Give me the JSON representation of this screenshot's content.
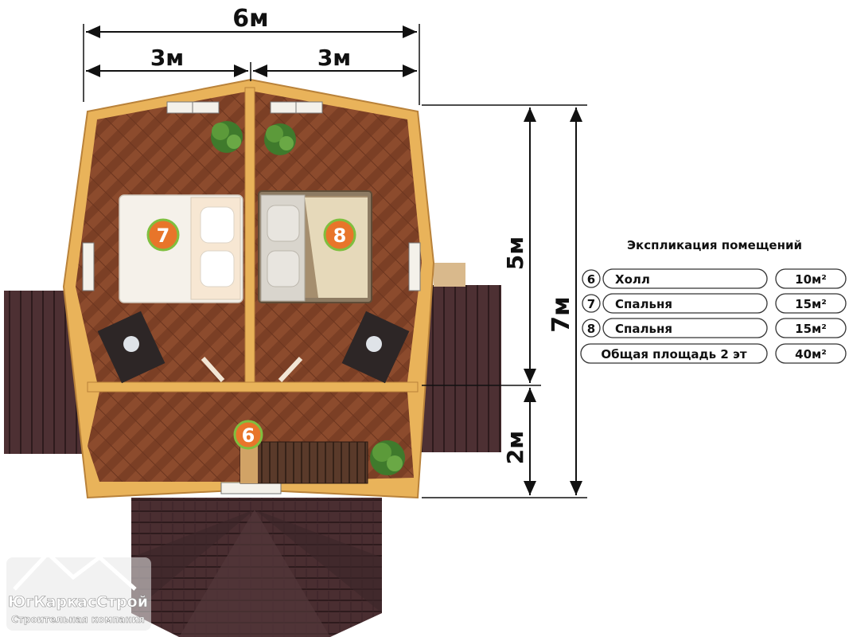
{
  "dimensions": {
    "total_width": "6м",
    "left_width": "3м",
    "right_width": "3м",
    "bedrooms_depth": "5м",
    "hall_depth": "2м",
    "total_depth": "7м"
  },
  "rooms": {
    "hall": {
      "number": "6"
    },
    "bedroom_left": {
      "number": "7"
    },
    "bedroom_right": {
      "number": "8"
    }
  },
  "legend": {
    "title": "Экспликация помещений",
    "items": [
      {
        "num": "6",
        "name": "Холл",
        "area": "10м²"
      },
      {
        "num": "7",
        "name": "Спальня",
        "area": "15м²"
      },
      {
        "num": "8",
        "name": "Спальня",
        "area": "15м²"
      }
    ],
    "total": {
      "name": "Общая площадь 2 эт",
      "area": "40м²"
    }
  },
  "logo": {
    "company": "ЮгКаркасСтрой",
    "tagline": "Строительная компания"
  },
  "colors": {
    "room_marker": "#e8752a",
    "marker_ring": "#7fbf3f",
    "floor": "#8a4a2c",
    "wall": "#e9b35a",
    "roof": "#4a2e31"
  }
}
